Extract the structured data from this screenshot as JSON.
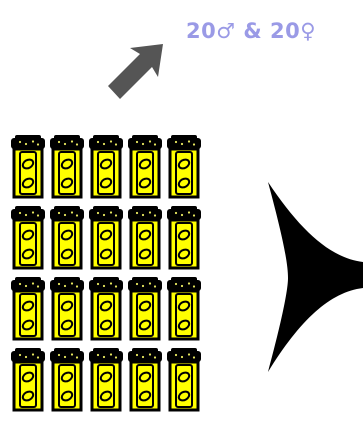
{
  "annotation": {
    "label": "20♂ & 20♀",
    "color": "#9a9ae6"
  },
  "icons": {
    "arrow": "up-right-arrow-icon",
    "vial": "vial-icon",
    "funnel": "horn-funnel-icon"
  },
  "vials": {
    "rows": 4,
    "columns": 5,
    "count": 20,
    "body_color": "#ffff00",
    "cap_color": "#000000"
  },
  "colors": {
    "arrow": "#555555",
    "funnel": "#000000",
    "background": "#ffffff"
  }
}
